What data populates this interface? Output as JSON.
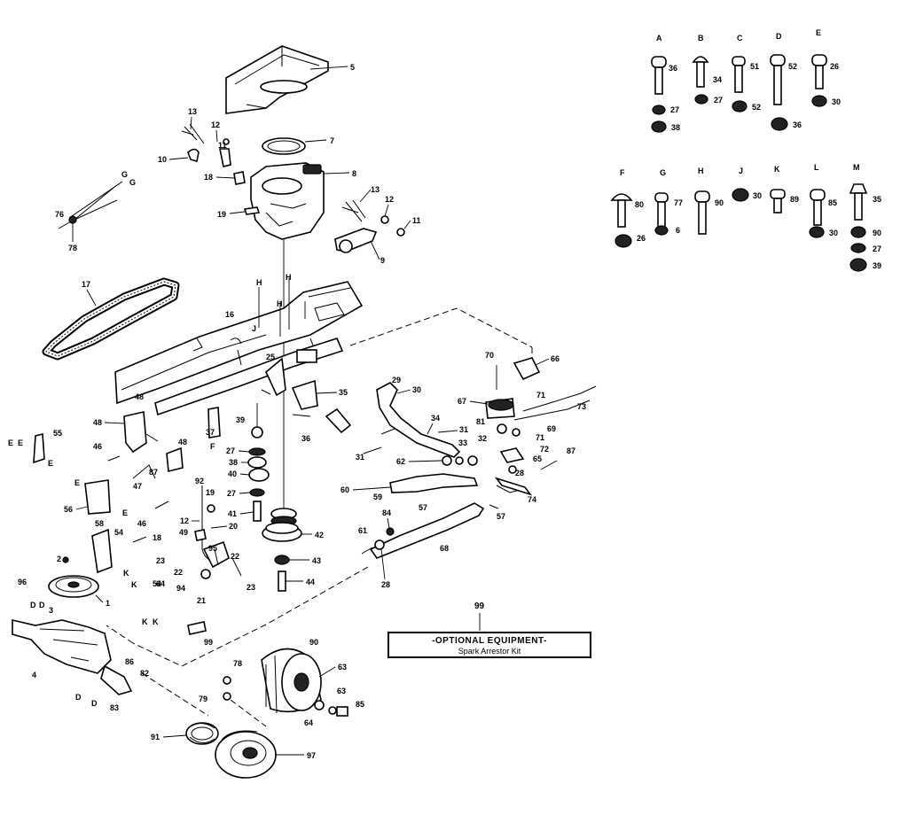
{
  "hardware_groups": [
    {
      "letter": "A",
      "parts": [
        "36",
        "27",
        "38"
      ]
    },
    {
      "letter": "B",
      "parts": [
        "34",
        "27"
      ]
    },
    {
      "letter": "C",
      "parts": [
        "51",
        "52"
      ]
    },
    {
      "letter": "D",
      "parts": [
        "52",
        "36"
      ]
    },
    {
      "letter": "E",
      "parts": [
        "26",
        "30"
      ]
    },
    {
      "letter": "F",
      "parts": [
        "80",
        "26"
      ]
    },
    {
      "letter": "G",
      "parts": [
        "77",
        "6"
      ]
    },
    {
      "letter": "H",
      "parts": [
        "90"
      ]
    },
    {
      "letter": "J",
      "parts": [
        "30"
      ]
    },
    {
      "letter": "K",
      "parts": [
        "89"
      ]
    },
    {
      "letter": "L",
      "parts": [
        "85",
        "30"
      ]
    },
    {
      "letter": "M",
      "parts": [
        "35",
        "90",
        "27",
        "39"
      ]
    }
  ],
  "labels": {
    "engine_shroud": "5",
    "ring": "7",
    "engine": "8",
    "choke_13": "13",
    "choke_12": "12",
    "choke_11": "11",
    "choke_10": "10",
    "throttle_13": "13",
    "throttle_12": "12",
    "throttle_11": "11",
    "throttle_9": "9",
    "part_18": "18",
    "part_19": "19",
    "g1": "G",
    "g2": "G",
    "p76": "76",
    "p78": "78",
    "belt": "17",
    "h1": "H",
    "h2": "H",
    "h3": "H",
    "j1": "J",
    "p16": "16",
    "p25": "25",
    "p35": "35",
    "p36": "36",
    "p48a": "48",
    "p48b": "48",
    "p48c": "48",
    "p46a": "46",
    "p46b": "46",
    "p37": "37",
    "p87a": "87",
    "p47": "47",
    "f1": "F",
    "p55": "55",
    "e1": "E",
    "e2": "E",
    "e3": "E",
    "e4": "E",
    "e5": "E",
    "p56": "56",
    "p58": "58",
    "p54a": "54",
    "p54b": "54",
    "p92": "92",
    "p19b": "19",
    "p12b": "12",
    "p49": "49",
    "p20": "20",
    "p18b": "18",
    "p23a": "23",
    "p22a": "22",
    "p95": "95",
    "p22b": "22",
    "p23b": "23",
    "p94": "94",
    "p21": "21",
    "p39": "39",
    "p27a": "27",
    "p38": "38",
    "p40": "40",
    "p27b": "27",
    "p41": "41",
    "p42": "42",
    "p43": "43",
    "p44": "44",
    "p2": "2",
    "p96": "96",
    "p1": "1",
    "p3": "3",
    "d1": "D",
    "d2": "D",
    "p4": "4",
    "p86": "86",
    "p82": "82",
    "p83": "83",
    "d3": "D",
    "d4": "D",
    "k1": "K",
    "k2": "K",
    "k3": "K",
    "k4": "K",
    "p64": "64",
    "p99b": "99",
    "p29": "29",
    "p30": "30",
    "p34": "34",
    "p31a": "31",
    "p31b": "31",
    "p33": "33",
    "p32": "32",
    "p62": "62",
    "p60": "60",
    "p59": "59",
    "p57a": "57",
    "p57b": "57",
    "p68": "68",
    "p61": "61",
    "p84": "84",
    "p28a": "28",
    "p70": "70",
    "p66": "66",
    "p67": "67",
    "p71a": "71",
    "p73": "73",
    "p81": "81",
    "p69": "69",
    "p71b": "71",
    "p72": "72",
    "p65": "65",
    "p28b": "28",
    "p87b": "87",
    "p74": "74",
    "p78b": "78",
    "p79": "79",
    "p90": "90",
    "p63a": "63",
    "p63b": "63",
    "p64b": "64",
    "p85": "85",
    "p91": "91",
    "p97": "97"
  },
  "optional_box": {
    "ref": "99",
    "title": "-OPTIONAL EQUIPMENT-",
    "subtitle": "Spark Arrestor Kit"
  }
}
